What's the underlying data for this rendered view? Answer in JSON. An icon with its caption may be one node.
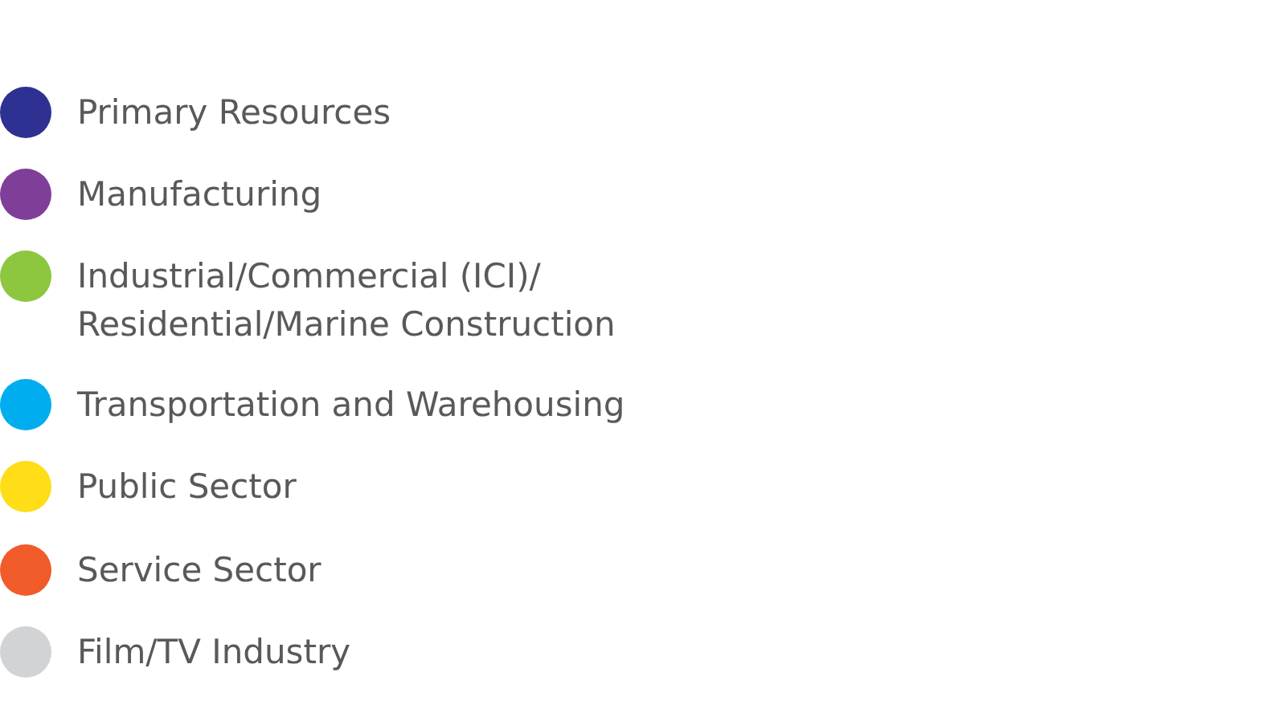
{
  "diagram": {
    "legend": [
      {
        "text": "Primary Resources",
        "color": "#2e3192"
      },
      {
        "text": "Manufacturing",
        "color": "#7f3f98"
      },
      {
        "text": "Industrial/Commercial (ICI)/ Residential/Marine Construction",
        "color": "#8dc63f"
      },
      {
        "text": "Transportation and Warehousing",
        "color": "#00aeef"
      },
      {
        "text": "Public Sector",
        "color": "#ffde17"
      },
      {
        "text": "Service Sector",
        "color": "#f15a29"
      },
      {
        "text": "Film/TV Industry",
        "color": "#d1d3d4"
      }
    ]
  }
}
